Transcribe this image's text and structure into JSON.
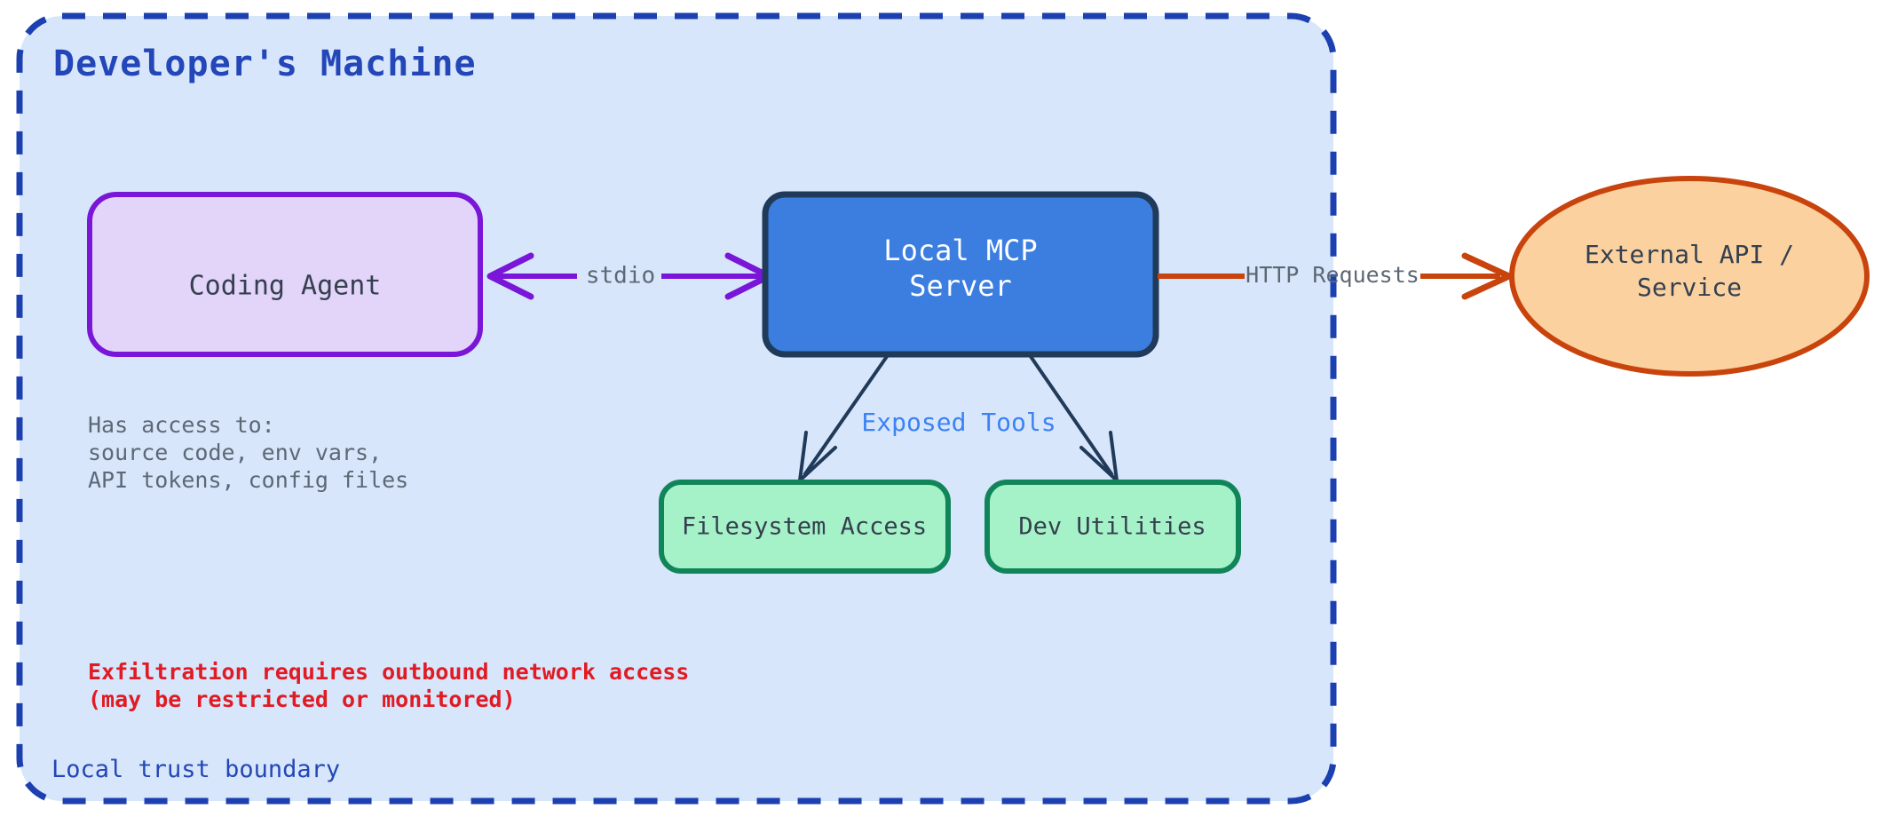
{
  "diagram": {
    "type": "architecture-trust-boundary",
    "boundary": {
      "title": "Developer's Machine",
      "footer_label": "Local trust boundary",
      "style": "dashed",
      "stroke_color": "#1d40b0",
      "fill_color": "#d8e6fb"
    },
    "nodes": [
      {
        "id": "coding-agent",
        "label": "Coding Agent",
        "shape": "rounded-rect",
        "fill": "#e3d4f9",
        "stroke": "#7916d8",
        "text_color": "#34404f"
      },
      {
        "id": "local-mcp-server",
        "label_line1": "Local MCP",
        "label_line2": "Server",
        "shape": "rounded-rect",
        "fill": "#3b7ee0",
        "stroke": "#203a5a",
        "text_color": "#ffffff"
      },
      {
        "id": "external-api",
        "label_line1": "External API /",
        "label_line2": "Service",
        "shape": "ellipse",
        "fill": "#fbd1a0",
        "stroke": "#c8440c",
        "text_color": "#34404f"
      },
      {
        "id": "filesystem-access",
        "label": "Filesystem Access",
        "shape": "rounded-rect",
        "fill": "#a6f2c8",
        "stroke": "#11855a",
        "text_color": "#34404f"
      },
      {
        "id": "dev-utilities",
        "label": "Dev Utilities",
        "shape": "rounded-rect",
        "fill": "#a6f2c8",
        "stroke": "#11855a",
        "text_color": "#34404f"
      }
    ],
    "edges": [
      {
        "id": "stdio-edge",
        "from": "coding-agent",
        "to": "local-mcp-server",
        "label": "stdio",
        "color": "#7916d8",
        "direction": "bidirectional",
        "label_color": "#5d6875"
      },
      {
        "id": "http-edge",
        "from": "local-mcp-server",
        "to": "external-api",
        "label": "HTTP Requests",
        "color": "#c8440c",
        "direction": "forward",
        "label_color": "#5d6875"
      },
      {
        "id": "tools-edge-left",
        "from": "local-mcp-server",
        "to": "filesystem-access",
        "label": "",
        "color": "#203a5a",
        "direction": "forward"
      },
      {
        "id": "tools-edge-right",
        "from": "local-mcp-server",
        "to": "dev-utilities",
        "label": "",
        "color": "#203a5a",
        "direction": "forward"
      }
    ],
    "annotations": [
      {
        "id": "exposed-tools-label",
        "text": "Exposed Tools",
        "color": "#3b82f6"
      },
      {
        "id": "agent-access-note",
        "color": "#5d6875",
        "lines": [
          "Has access to:",
          "source code, env vars,",
          "API tokens, config files"
        ]
      },
      {
        "id": "exfiltration-warning",
        "color": "#e01b24",
        "lines": [
          "Exfiltration requires outbound network access",
          "(may be restricted or monitored)"
        ]
      }
    ]
  }
}
